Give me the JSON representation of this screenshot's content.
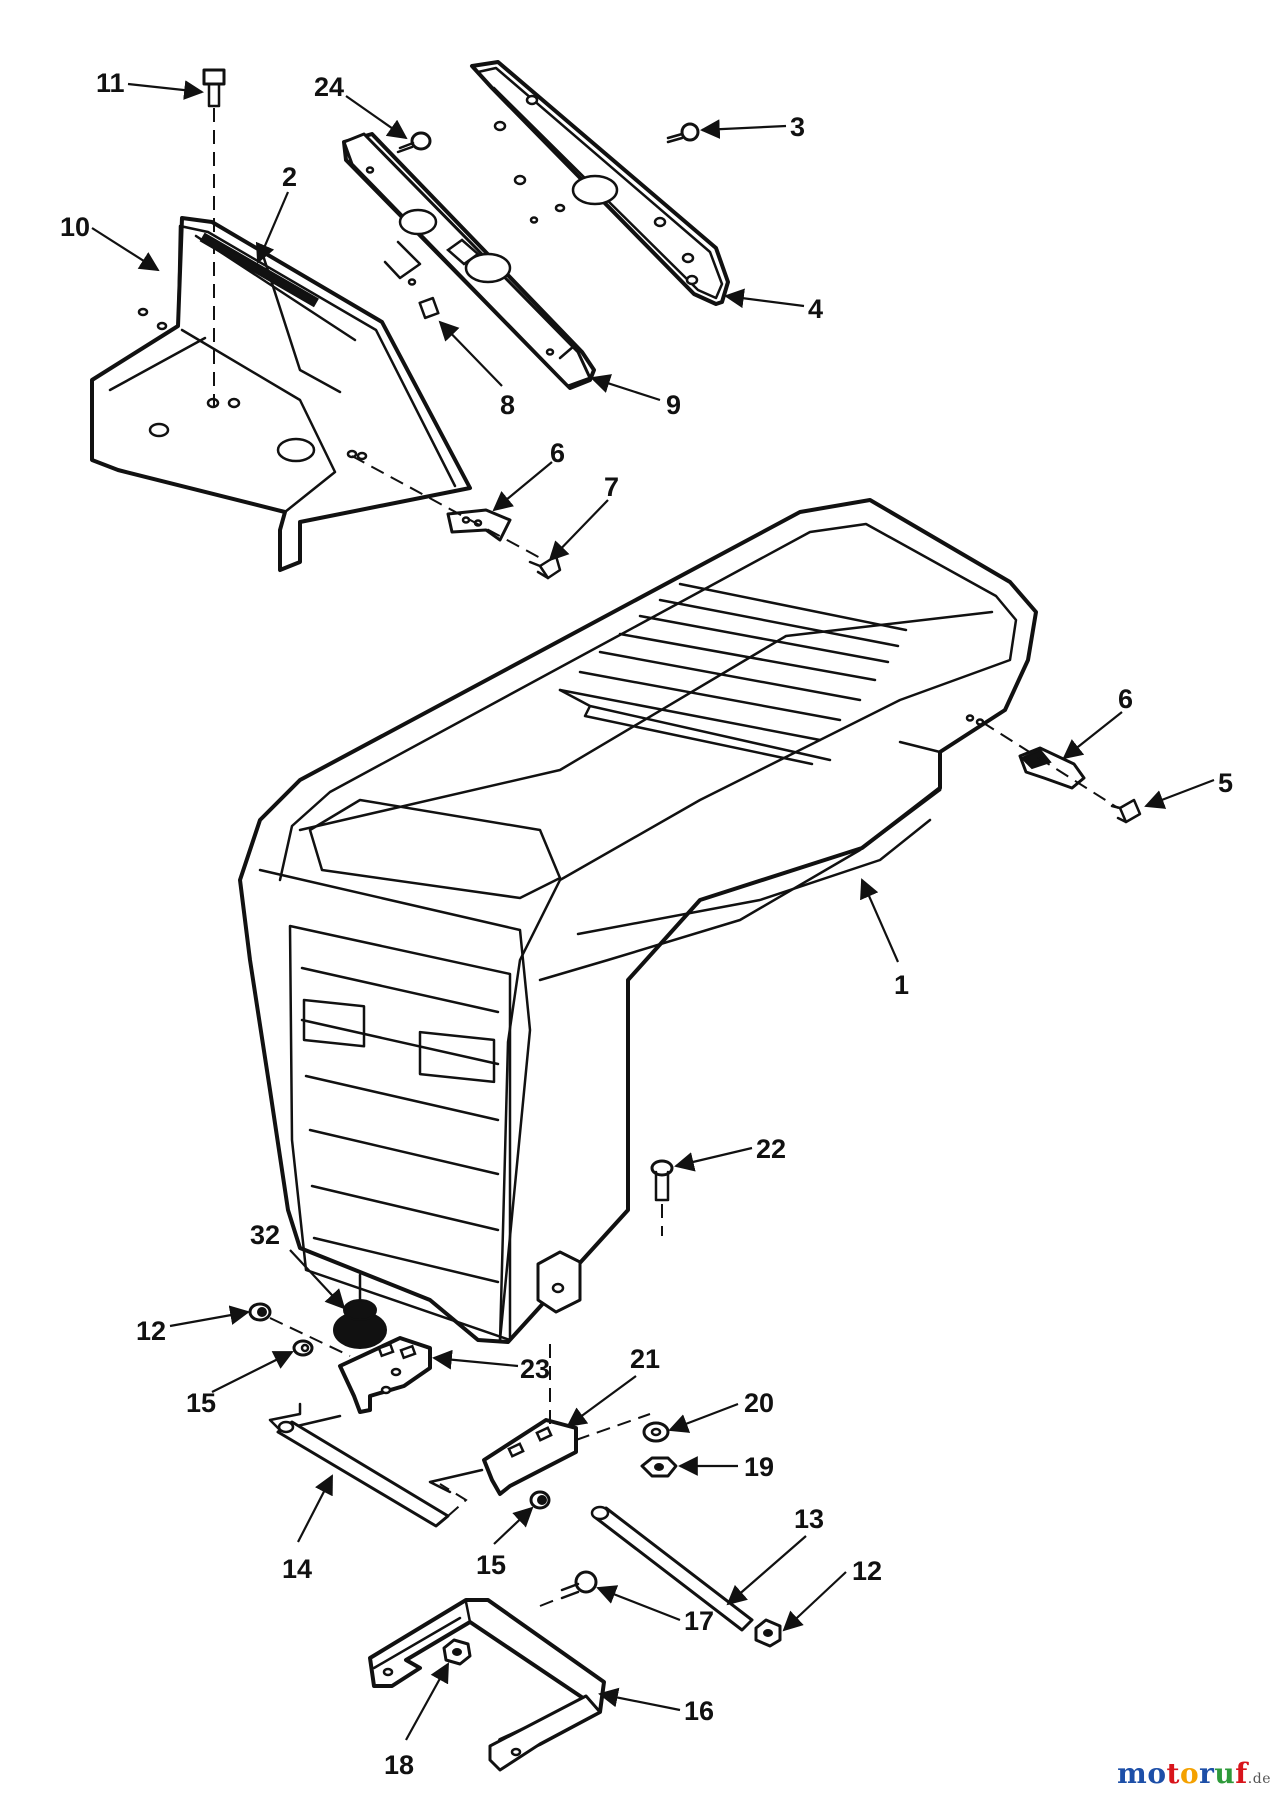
{
  "diagram": {
    "callouts": [
      {
        "id": "c1",
        "label": "1"
      },
      {
        "id": "c2",
        "label": "2"
      },
      {
        "id": "c3",
        "label": "3"
      },
      {
        "id": "c4",
        "label": "4"
      },
      {
        "id": "c5",
        "label": "5"
      },
      {
        "id": "c6a",
        "label": "6"
      },
      {
        "id": "c6b",
        "label": "6"
      },
      {
        "id": "c7",
        "label": "7"
      },
      {
        "id": "c8",
        "label": "8"
      },
      {
        "id": "c9",
        "label": "9"
      },
      {
        "id": "c10",
        "label": "10"
      },
      {
        "id": "c11",
        "label": "11"
      },
      {
        "id": "c12a",
        "label": "12"
      },
      {
        "id": "c12b",
        "label": "12"
      },
      {
        "id": "c13",
        "label": "13"
      },
      {
        "id": "c14",
        "label": "14"
      },
      {
        "id": "c15a",
        "label": "15"
      },
      {
        "id": "c15b",
        "label": "15"
      },
      {
        "id": "c16",
        "label": "16"
      },
      {
        "id": "c17",
        "label": "17"
      },
      {
        "id": "c18",
        "label": "18"
      },
      {
        "id": "c19",
        "label": "19"
      },
      {
        "id": "c20",
        "label": "20"
      },
      {
        "id": "c21",
        "label": "21"
      },
      {
        "id": "c22",
        "label": "22"
      },
      {
        "id": "c23",
        "label": "23"
      },
      {
        "id": "c24",
        "label": "24"
      },
      {
        "id": "c32",
        "label": "32"
      }
    ]
  },
  "watermark": {
    "name": "motoruf",
    "tld": ".de",
    "letter_colors": [
      "#1d4fa8",
      "#1d4fa8",
      "#d8141b",
      "#f4a100",
      "#1d4fa8",
      "#2e9a3a",
      "#d8141b"
    ]
  }
}
